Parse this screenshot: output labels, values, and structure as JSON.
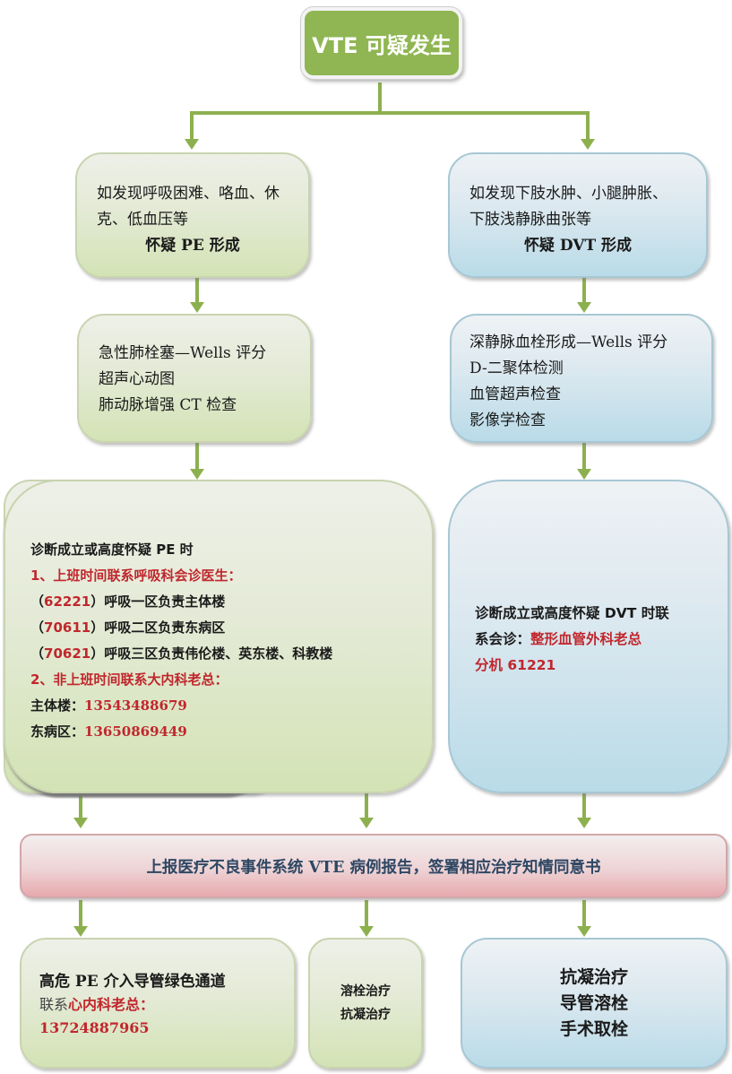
{
  "top": {
    "label": "VTE 可疑发生"
  },
  "pe_suspect": {
    "line1": "如发现呼吸困难、咯血、休",
    "line2": "克、低血压等",
    "title": "怀疑 PE 形成"
  },
  "dvt_suspect": {
    "line1": "如发现下肢水肿、小腿肿胀、",
    "line2": "下肢浅静脉曲张等",
    "title": "怀疑 DVT 形成"
  },
  "pe_exam": {
    "items": [
      "急性肺栓塞—Wells 评分",
      "超声心动图",
      "肺动脉增强 CT 检查"
    ]
  },
  "dvt_exam": {
    "items": [
      "深静脉血栓形成—Wells  评分",
      "D-二聚体检测",
      "血管超声检查",
      "影像学检查"
    ]
  },
  "pe_diagnosis": {
    "heading": "诊断成立或高度怀疑 PE 时",
    "step1": "1、上班时间联系呼吸科会诊医生：",
    "contacts": [
      {
        "ext": "62221",
        "desc": "呼吸一区负责主体楼"
      },
      {
        "ext": "70611",
        "desc": "呼吸二区负责东病区"
      },
      {
        "ext": "70621",
        "desc": "呼吸三区负责伟伦楼、英东楼、科教楼"
      }
    ],
    "step2": "2、非上班时间联系大内科老总：",
    "phones": [
      {
        "label": "主体楼：",
        "number": "13543488679"
      },
      {
        "label": "东病区：",
        "number": "13650869449"
      }
    ]
  },
  "dvt_diagnosis": {
    "line1": "诊断成立或高度怀疑 DVT 时联",
    "line2_prefix": "系会诊：",
    "line2_red": "整形血管外科老总",
    "line3": "分机 61221"
  },
  "report": {
    "label": "上报医疗不良事件系统 VTE 病例报告，签署相应治疗知情同意书"
  },
  "pe_highrisk": {
    "line1": "高危 PE 介入导管绿色通道",
    "line2_prefix": "联系",
    "line2_red": "心内科老总：",
    "phone": "13724887965"
  },
  "pe_treatment": {
    "items": [
      "溶栓治疗",
      "抗凝治疗"
    ]
  },
  "dvt_treatment": {
    "items": [
      "抗凝治疗",
      "导管溶栓",
      "手术取栓"
    ]
  },
  "colors": {
    "connector": "#8db04f",
    "top_fill": "#8fb652",
    "highlight_red": "#c0272d",
    "pe_branch": "#d3e3b5",
    "dvt_branch": "#b9dbe8",
    "report_fill": "#e6a9ad"
  }
}
